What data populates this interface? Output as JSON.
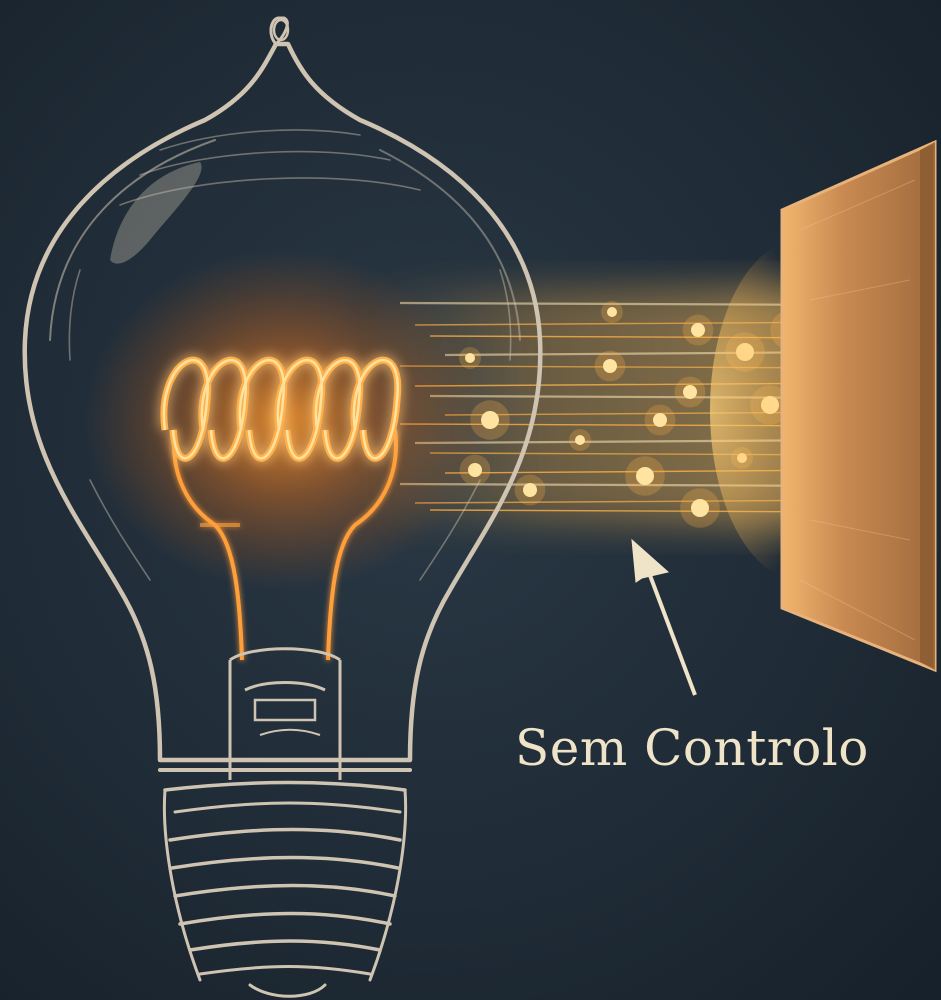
{
  "annotation": {
    "label": "Sem Controlo"
  },
  "colors": {
    "background": "#1f2b36",
    "glass_outline": "#cfc4b2",
    "filament_glow": "#ffb04a",
    "filament_core": "#ffd98a",
    "beam": "#ffb347",
    "beam_core": "#ffe9b8",
    "panel": "#c98a52",
    "panel_edge": "#e8b27a",
    "arrow": "#efe3c8"
  },
  "icons": {
    "bulb": "incandescent-light-bulb",
    "filament": "coil-filament",
    "target": "wall-panel",
    "pointer": "arrow-up-left"
  }
}
